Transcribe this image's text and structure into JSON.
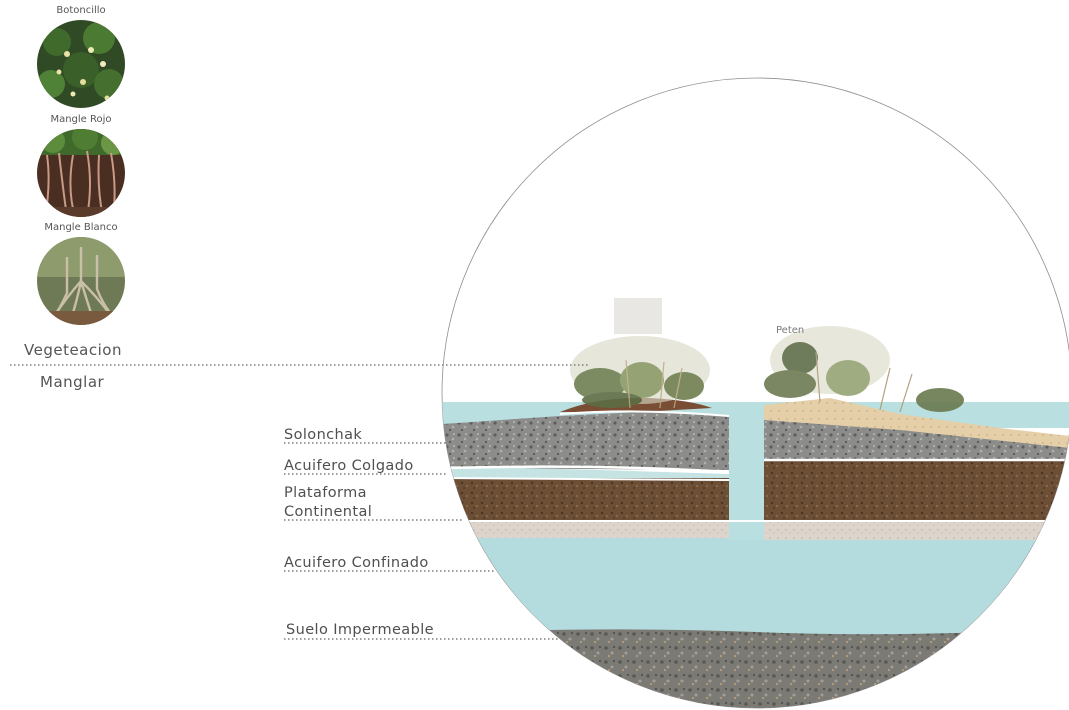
{
  "species": [
    {
      "name": "Botoncillo"
    },
    {
      "name": "Mangle Rojo"
    },
    {
      "name": "Mangle Blanco"
    }
  ],
  "group": {
    "title": "Vegeteacion",
    "subtitle": "Manglar"
  },
  "peten_label": "Peten",
  "layers": [
    {
      "id": "solonchak",
      "label": "Solonchak"
    },
    {
      "id": "acuifero-colgado",
      "label": "Acuifero Colgado"
    },
    {
      "id": "plataforma-continental",
      "label": "Plataforma\nContinental"
    },
    {
      "id": "acuifero-confinado",
      "label": "Acuifero Confinado"
    },
    {
      "id": "suelo-impermeable",
      "label": "Suelo Impermeable"
    }
  ],
  "colors": {
    "water": "#b9dfe0",
    "soil_brown": "#6e5138",
    "rock_gray": "#8e8e8e",
    "sand": "#e6d2b3",
    "vegetation": "#7a8a5a",
    "dots": "#7d7d7d"
  }
}
